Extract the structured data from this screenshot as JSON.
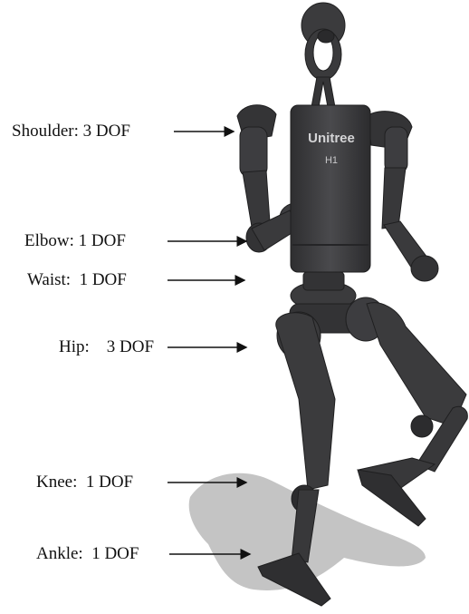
{
  "robot": {
    "brand_text": "Unitree",
    "model_text": "H1",
    "body_color": "#3c3c3e",
    "shadow_color": "#bdbdbd"
  },
  "annotations": [
    {
      "id": "shoulder",
      "text": "Shoulder: 3 DOF"
    },
    {
      "id": "elbow",
      "text": "Elbow: 1 DOF"
    },
    {
      "id": "waist",
      "text": "Waist:  1 DOF"
    },
    {
      "id": "hip",
      "text": "Hip:    3 DOF"
    },
    {
      "id": "knee",
      "text": "Knee:  1 DOF"
    },
    {
      "id": "ankle",
      "text": "Ankle:  1 DOF"
    }
  ]
}
